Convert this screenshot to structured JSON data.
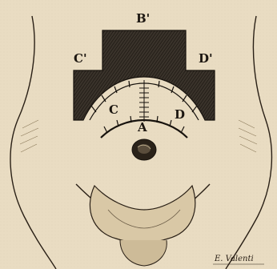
{
  "figure": {
    "labels": {
      "b_prime": "B'",
      "c_prime": "C'",
      "d_prime": "D'",
      "c": "C",
      "d": "D",
      "a": "A"
    },
    "signature": "E. Valenti",
    "colors": {
      "paper": "#e9dcc2",
      "ink": "#1c1610",
      "flap": "#3a332b"
    }
  }
}
